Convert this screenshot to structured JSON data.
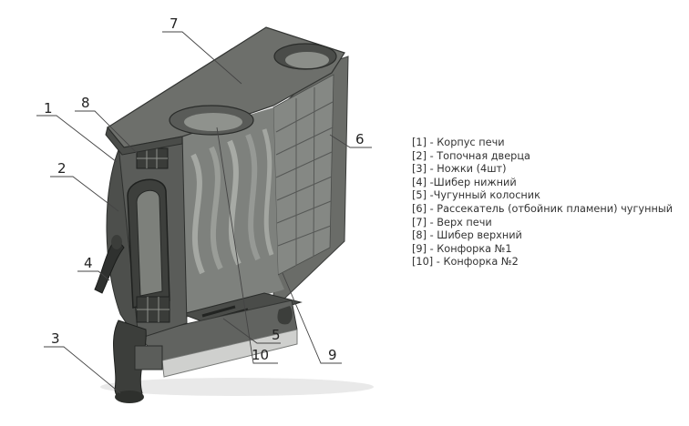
{
  "colors": {
    "body": "#5e605d",
    "body_dark": "#3e403e",
    "body_light": "#7d807c",
    "top": "#6f716d",
    "inner": "#8d908b",
    "grate": "#2d2f2d",
    "bottom_plate": "#cfd0ce",
    "leader": "#444444"
  },
  "callouts": [
    {
      "id": "1",
      "label": "1"
    },
    {
      "id": "2",
      "label": "2"
    },
    {
      "id": "3",
      "label": "3"
    },
    {
      "id": "4",
      "label": "4"
    },
    {
      "id": "5",
      "label": "5"
    },
    {
      "id": "6",
      "label": "6"
    },
    {
      "id": "7",
      "label": "7"
    },
    {
      "id": "8",
      "label": "8"
    },
    {
      "id": "9",
      "label": "9"
    },
    {
      "id": "10",
      "label": "10"
    }
  ],
  "legend": [
    "[1] - Корпус печи",
    "[2] - Топочная дверца",
    "[3] - Ножки (4шт)",
    "[4] -Шибер нижний",
    "[5] -Чугунный колосник",
    "[6] - Рассекатель (отбойник пламени) чугунный",
    "[7] - Верх печи",
    "[8] - Шибер верхний",
    "[9] - Конфорка №1",
    "[10] - Конфорка №2"
  ]
}
